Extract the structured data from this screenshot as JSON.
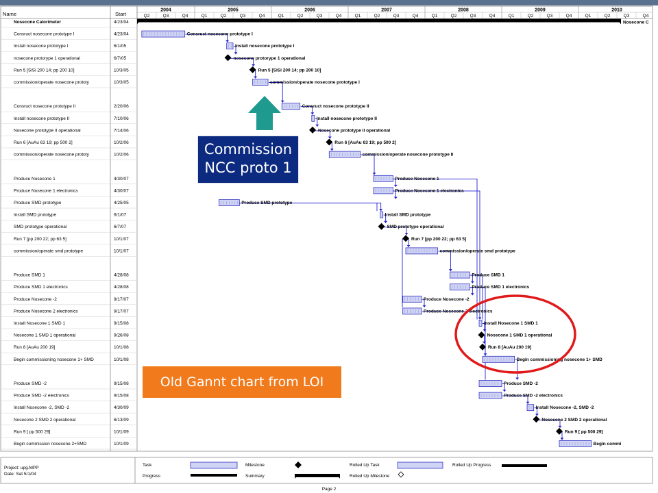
{
  "header": {
    "name_label": "Name",
    "start_label": "Start"
  },
  "years": [
    "2004",
    "2005",
    "2006",
    "2007",
    "2008",
    "2009",
    "2010"
  ],
  "quarters": [
    "Q2",
    "Q3",
    "Q4",
    "Q1",
    "Q2",
    "Q3",
    "Q4",
    "Q1",
    "Q2",
    "Q3",
    "Q4",
    "Q1",
    "Q2",
    "Q3",
    "Q4",
    "Q1",
    "Q2",
    "Q3",
    "Q4",
    "Q1",
    "Q2",
    "Q3",
    "Q4",
    "Q1",
    "Q2",
    "Q3",
    "Q4"
  ],
  "tasks": [
    {
      "name": "Nosecone Calorimeter",
      "start": "4/23/04",
      "type": "summary",
      "bar_label": "Nosecone C",
      "bold": true
    },
    {
      "name": "Consruct nosecone prototype I",
      "start": "4/23/04",
      "type": "task",
      "bar_label": "Consruct nosecone prototype I"
    },
    {
      "name": "Install nosecone prototype I",
      "start": "6/1/05",
      "type": "task",
      "bar_label": "Install nosecone prototype I"
    },
    {
      "name": "nosecone protorype 1 operational",
      "start": "6/7/05",
      "type": "milestone",
      "bar_label": "nosecone protorype 1 operational"
    },
    {
      "name": "Run 5 [SiSi 200 14; pp 200 10]",
      "start": "10/3/05",
      "type": "milestone",
      "bar_label": "Run 5 [SiSi 200 14; pp 200 10]"
    },
    {
      "name": "commission/operate nosecone  prototype",
      "start": "10/3/05",
      "type": "task",
      "bar_label": "commission/operate nosecone  prototype I"
    },
    {
      "name": "Consruct nosecone prototype II",
      "start": "2/20/06",
      "type": "task",
      "bar_label": "Consruct nosecone prototype II"
    },
    {
      "name": "Install nosecone prototype II",
      "start": "7/10/06",
      "type": "task",
      "bar_label": "Install nosecone prototype II"
    },
    {
      "name": "Nosecone prototype II operational",
      "start": "7/14/06",
      "type": "milestone",
      "bar_label": "Nosecone prototype II operational"
    },
    {
      "name": "Run 6 [AuAu 63 19; pp 500 2]",
      "start": "10/2/06",
      "type": "milestone",
      "bar_label": "Run 6 [AuAu 63 19; pp 500 2]"
    },
    {
      "name": "commission/operate nosecone  prototype",
      "start": "10/2/06",
      "type": "task",
      "bar_label": "commission/operate nosecone  prototype II"
    },
    {
      "name": "Produce Nosecone 1",
      "start": "4/30/07",
      "type": "task",
      "bar_label": "Produce Nosecone 1"
    },
    {
      "name": "Produce Nosecone 1 electronics",
      "start": "4/30/07",
      "type": "task",
      "bar_label": "Produce Nosecone 1 electronics"
    },
    {
      "name": "Produce SMD prototype",
      "start": "4/25/05",
      "type": "task",
      "bar_label": "Produce SMD prototype"
    },
    {
      "name": "Install SMD prototype",
      "start": "6/1/07",
      "type": "task",
      "bar_label": "Install SMD prototype"
    },
    {
      "name": "SMD prototype operational",
      "start": "6/7/07",
      "type": "milestone",
      "bar_label": "SMD prototype operational"
    },
    {
      "name": "Run 7 [pp 200 22; pp 63 5]",
      "start": "10/1/07",
      "type": "milestone",
      "bar_label": "Run 7 [pp 200 22; pp 63 5]"
    },
    {
      "name": "commission/operate smd prototype",
      "start": "10/1/07",
      "type": "task",
      "bar_label": "commission/operate smd prototype"
    },
    {
      "name": "Produce SMD 1",
      "start": "4/28/08",
      "type": "task",
      "bar_label": "Produce SMD 1"
    },
    {
      "name": "Produce SMD 1 electronics",
      "start": "4/28/08",
      "type": "task",
      "bar_label": "Produce SMD 1 electronics"
    },
    {
      "name": "Produce Nosecone -2",
      "start": "9/17/07",
      "type": "task",
      "bar_label": "Produce Nosecone -2"
    },
    {
      "name": "Produce Nosecone 2 electronics",
      "start": "9/17/07",
      "type": "task",
      "bar_label": "Produce Nosecone 2 electronics"
    },
    {
      "name": "Install Nosecone 1 SMD 1",
      "start": "9/15/08",
      "type": "task",
      "bar_label": "Install Nosecone 1 SMD 1"
    },
    {
      "name": "Nosecone 1 SMD 1 operational",
      "start": "9/26/08",
      "type": "milestone",
      "bar_label": "Nosecone 1 SMD 1 operational"
    },
    {
      "name": "Run 8 [AuAu 200 19]",
      "start": "10/1/08",
      "type": "milestone",
      "bar_label": "Run 8 [AuAu 200 19]"
    },
    {
      "name": "Begin commissioning nosecone 1+ SMD",
      "start": "10/1/08",
      "type": "task",
      "bar_label": "Begin commissioning nosecone 1+ SMD"
    },
    {
      "name": "Produce SMD -2",
      "start": "9/15/08",
      "type": "task",
      "bar_label": "Produce SMD -2"
    },
    {
      "name": "Produce SMD -2 electronics",
      "start": "9/15/08",
      "type": "task",
      "bar_label": "Produce SMD -2 electronics"
    },
    {
      "name": "Install Nosecone -2, SMD -2",
      "start": "4/30/09",
      "type": "task",
      "bar_label": "Install Nosecone -2, SMD -2"
    },
    {
      "name": "Nosecone 2 SMD 2 operational",
      "start": "6/13/09",
      "type": "milestone",
      "bar_label": "Nosecone 2 SMD 2 operational"
    },
    {
      "name": "Run 9 [ pp 500 29]",
      "start": "10/1/09",
      "type": "milestone",
      "bar_label": "Run 9 [ pp 500 29]"
    },
    {
      "name": "Begin commission nosecone 2+SMD",
      "start": "10/1/09",
      "type": "task",
      "bar_label": "Begin commi"
    }
  ],
  "footer": {
    "project": "Project: upg.MPP",
    "date": "Date: Sat 5/1/04",
    "page": "Page 2",
    "legend": [
      "Task",
      "Progress",
      "Milestone",
      "Summary",
      "Rolled Up Task",
      "Rolled Up Milestone",
      "Rolled Up Progress"
    ]
  },
  "callout": {
    "line1": "Commission",
    "line2": "NCC proto 1"
  },
  "note_label": "Old Gannt chart from LOI",
  "colors": {
    "task_fill": "#d0d4f4",
    "task_stroke": "#3030c0",
    "link": "#2020d0",
    "callout_bg": "#0b2a80",
    "arrow": "#1f9a8e",
    "note_bg": "#f07a1c",
    "circle": "#e01a1a"
  }
}
